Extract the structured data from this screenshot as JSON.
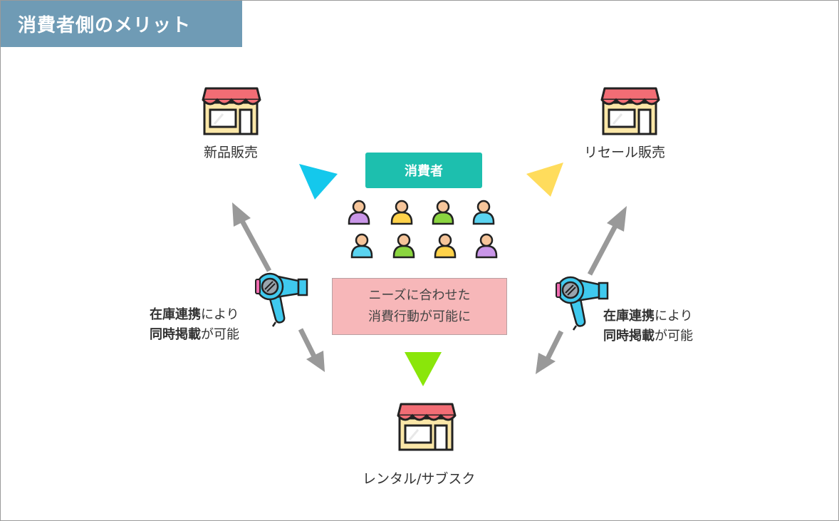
{
  "title": "消費者側のメリット",
  "nodes": {
    "new_sales": "新品販売",
    "resale": "リセール販売",
    "rental": "レンタル/サブスク",
    "consumer": "消費者",
    "needs_line1": "ニーズに合わせた",
    "needs_line2": "消費行動が可能に"
  },
  "notes": {
    "left": {
      "bold1": "在庫連携",
      "rest1": "により",
      "bold2": "同時掲載",
      "rest2": "が可能"
    },
    "right": {
      "bold1": "在庫連携",
      "rest1": "により",
      "bold2": "同時掲載",
      "rest2": "が可能"
    }
  },
  "colors": {
    "title_bg": "#6f9bb5",
    "consumer_box": "#1dbfae",
    "needs_box": "#f7b7b9",
    "triangle_left": "#14c8ec",
    "triangle_right": "#ffdc5c",
    "triangle_bottom": "#8ae60a",
    "arrow": "#999999"
  },
  "icons": [
    "store-icon",
    "person-icon",
    "hair-dryer-icon",
    "arrow-icon",
    "triangle-icon"
  ]
}
